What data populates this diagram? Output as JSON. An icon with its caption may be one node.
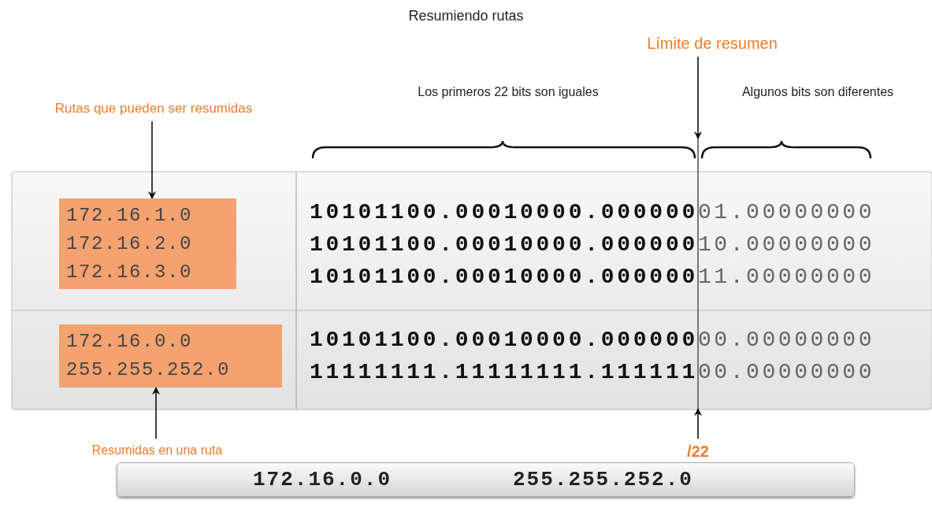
{
  "diagram": {
    "title": "Resumiendo rutas",
    "nodes": [
      {
        "text": [
          "Límite de resumen"
        ]
      },
      {
        "text": [
          "Rutas que pueden ser resumidas"
        ]
      },
      {
        "text": [
          "172.16.1.0",
          "172.16.2.0",
          "172.16.3.0"
        ]
      },
      {
        "text": [
          "172.16.0.0",
          "255.255.252.0"
        ]
      },
      {
        "text": [
          "Resumidas en una ruta"
        ]
      },
      {
        "text": [
          "/22"
        ]
      },
      {
        "text": [
          "172.16.0.0",
          "255.255.252.0"
        ]
      },
      {
        "text": [],
        "shape": "bar"
      }
    ],
    "edges": [
      {
        "from": 0,
        "to": 7,
        "arrow": "to"
      },
      {
        "from": 1,
        "to": 2,
        "arrow": "to"
      },
      {
        "from": 4,
        "to": 3,
        "arrow": "to"
      },
      {
        "from": 5,
        "to": 7,
        "arrow": "to"
      }
    ],
    "labels": [
      "Los primeros 22 bits son iguales",
      "Algunos bits son diferentes",
      "**10101100.00010000.000000**01.00000000",
      "**10101100.00010000.000000**10.00000000",
      "**10101100.00010000.000000**11.00000000",
      "**10101100.00010000.000000**00.00000000",
      "**11111111.11111111.111111**00.00000000"
    ]
  }
}
